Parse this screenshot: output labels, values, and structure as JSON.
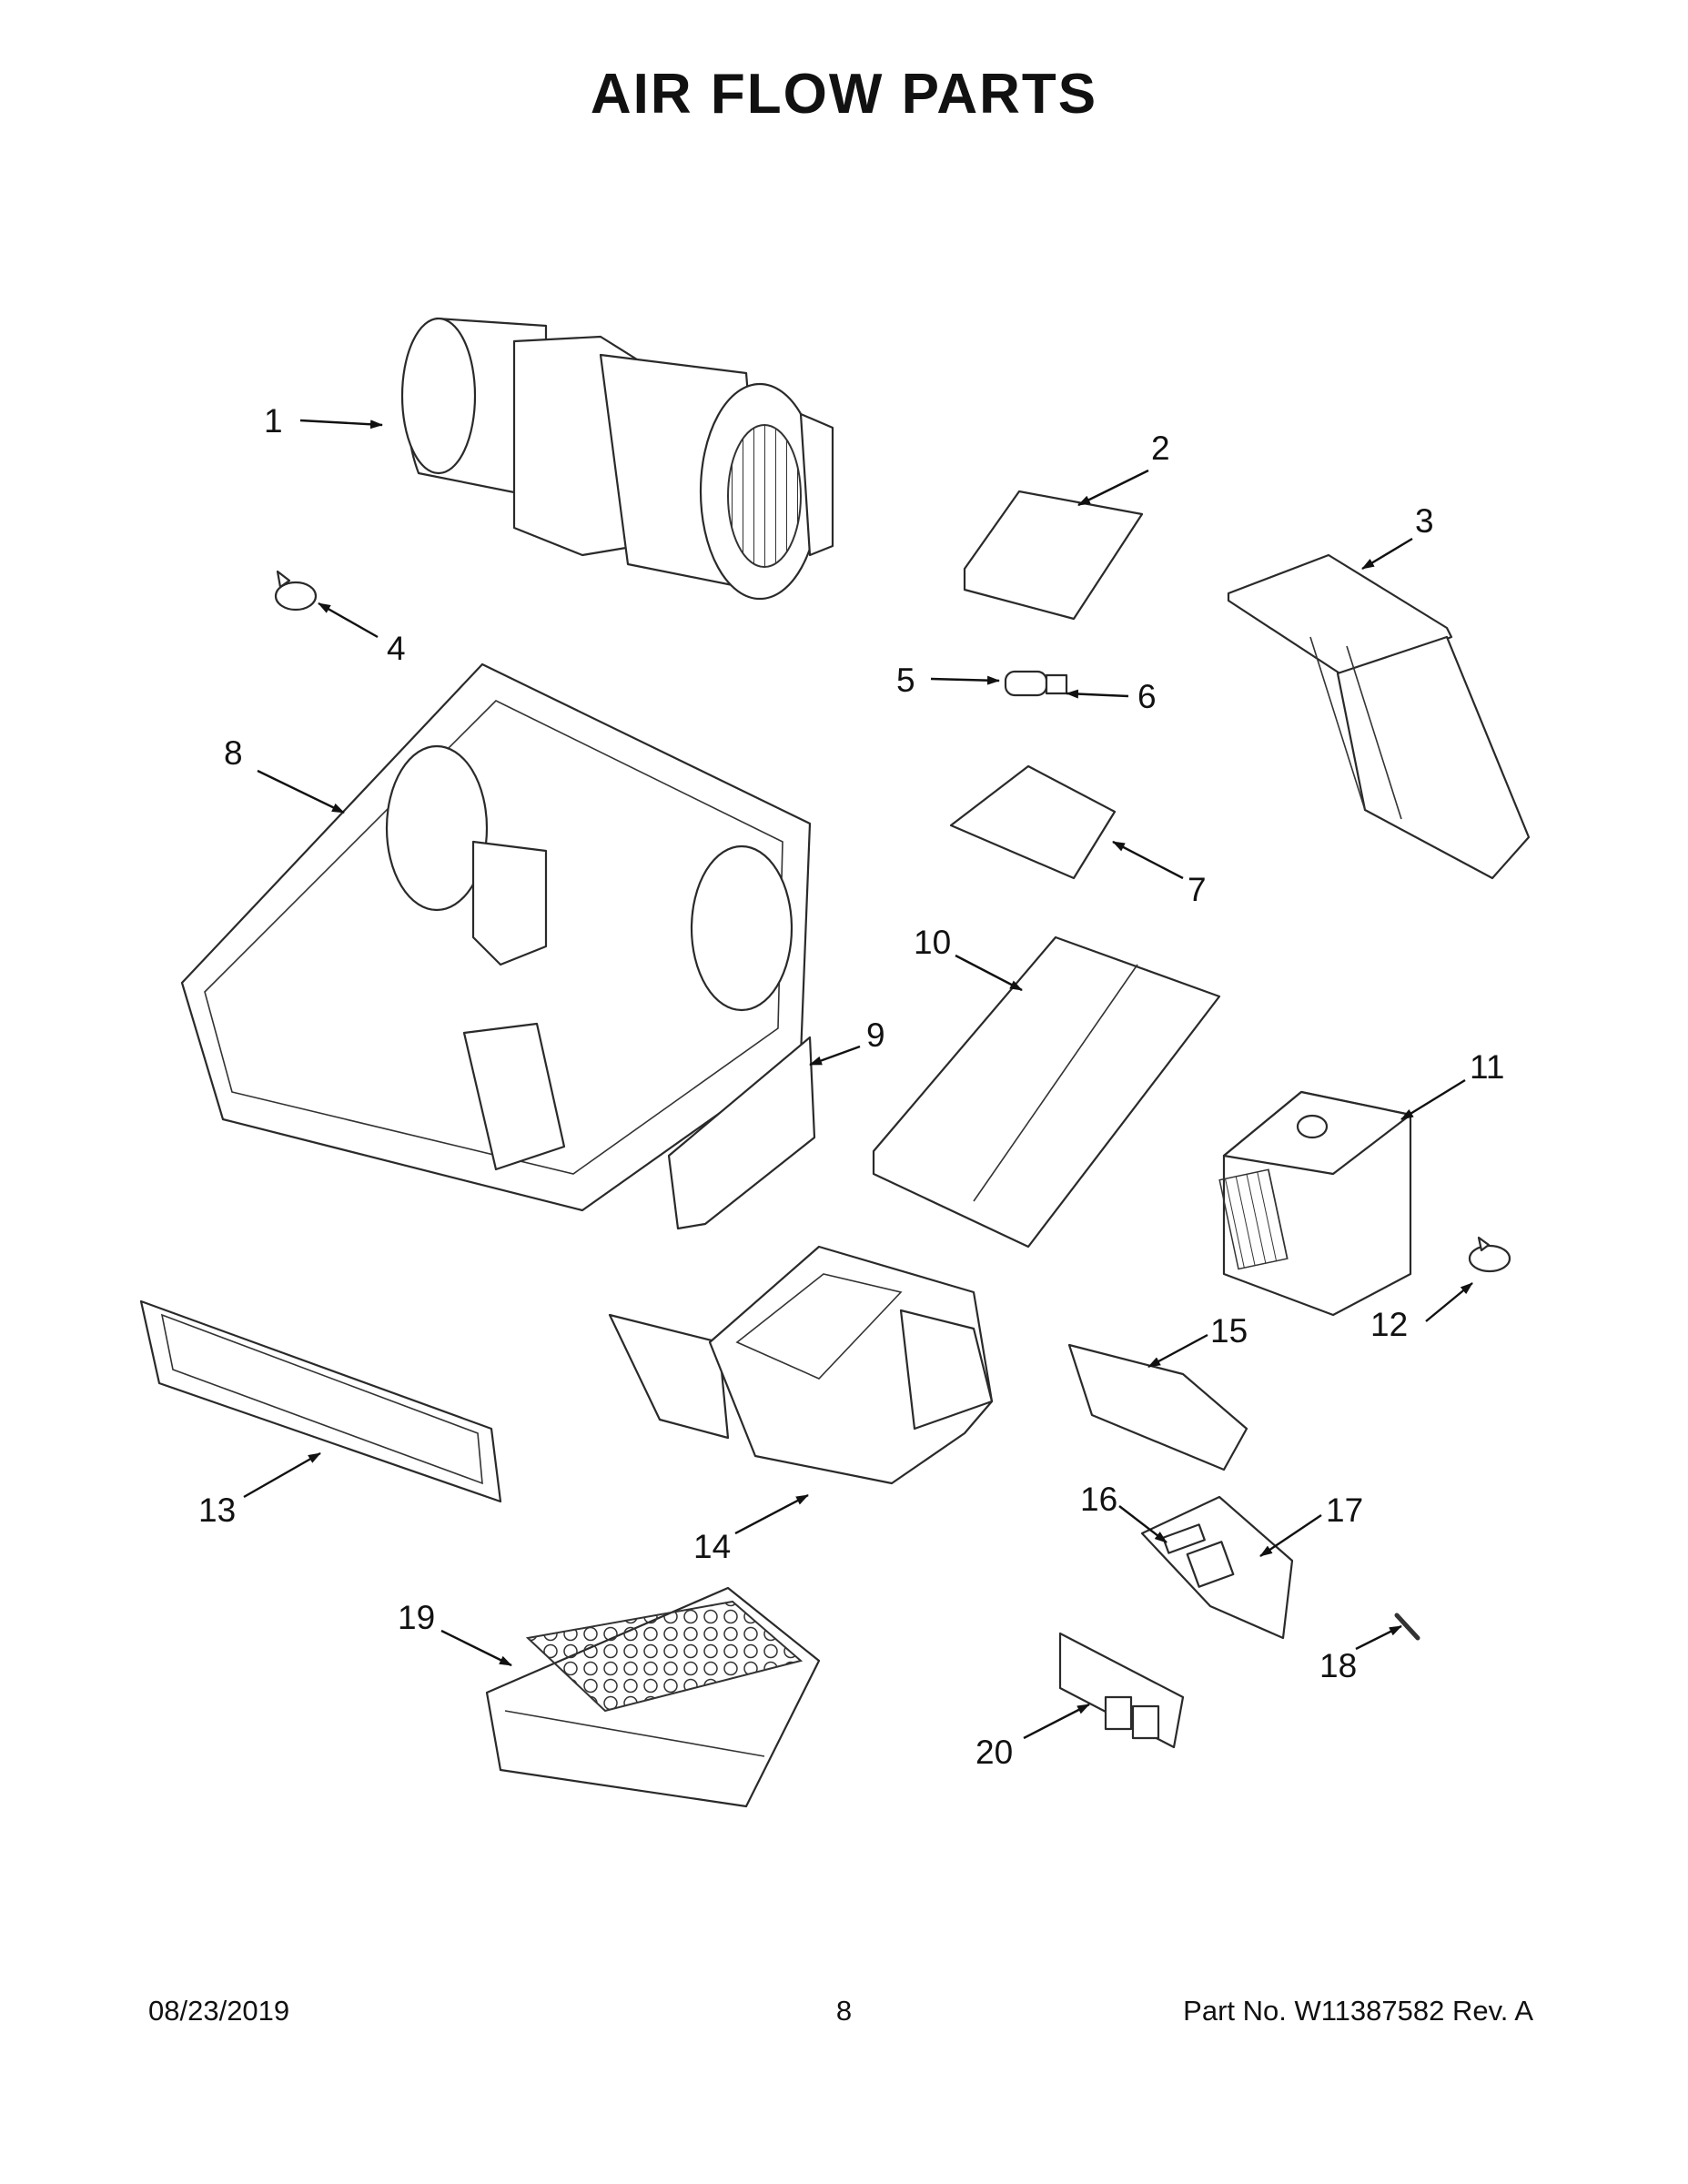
{
  "page_title": "AIR FLOW PARTS",
  "callouts": [
    "1",
    "2",
    "3",
    "4",
    "5",
    "6",
    "7",
    "8",
    "9",
    "10",
    "11",
    "12",
    "13",
    "14",
    "15",
    "16",
    "17",
    "18",
    "19",
    "20"
  ],
  "footer": {
    "date": "08/23/2019",
    "page_number": "8",
    "part_number": "Part No.  W11387582  Rev.  A"
  }
}
